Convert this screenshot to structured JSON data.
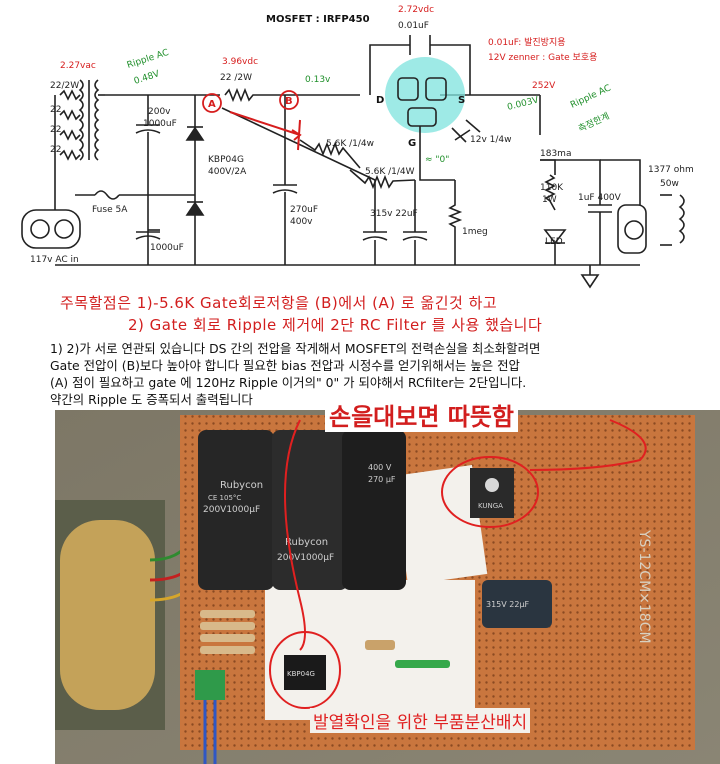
{
  "schematic": {
    "mosfet_title": "MOSFET : IRFP450",
    "cap_top_voltage": "2.72vdc",
    "cap_top_value": "0.01uF",
    "legend_line1": "0.01uF: 발진방지용",
    "legend_line2": "12V zenner : Gate 보호용",
    "transformer_voltage": "2.27vac",
    "resistor_22_2w_a": "22/2W",
    "resistor_22_a": "22",
    "resistor_22_b": "22",
    "resistor_22_c": "22",
    "ripple_ac_left": "Ripple AC",
    "ripple_ac_left_value": "0.48V",
    "point_a_voltage": "3.96vdc",
    "resistor_22_2w_b": "22 /2W",
    "ripple_mid_value": "0.13v",
    "cap_200v_a": "200v",
    "cap_1000uf_a": "1000uF",
    "bridge_label1": "KBP04G",
    "bridge_label2": "400V/2A",
    "fuse_label": "Fuse 5A",
    "cap_1000uf_b": "1000uF",
    "ac_in_label": "117v AC in",
    "res_5k6_a": "5.6K /1/4w",
    "res_5k6_b": "5.6K /1/4W",
    "cap_270uf": "270uF",
    "cap_400v": "400v",
    "cap_315v": "315v 22uF",
    "res_1meg": "1meg",
    "gate_ripple": "≈ \"0\"",
    "zener_label": "12v 1/4w",
    "node_d": "D",
    "node_s": "S",
    "node_g": "G",
    "node_a": "A",
    "node_b": "B",
    "out_voltage": "252V",
    "ripple_out_value": "0.003V",
    "ripple_ac_right": "Ripple AC",
    "ripple_limit": "측정한계",
    "current_label": "183ma",
    "res_110k": "110K",
    "res_110k_w": "1W",
    "led_label": "LED",
    "cap_1uf": "1uF 400V",
    "load_label": "1377 ohm",
    "load_w": "50w"
  },
  "notes": {
    "line1": "주목할점은 1)-5.6K Gate회로저항을 (B)에서 (A) 로 옮긴것 하고",
    "line2": "2) Gate 회로 Ripple 제거에 2단 RC Filter 를 사용 했습니다"
  },
  "paragraph": [
    "1) 2)가 서로 연관되 있습니다 DS 간의 전압을 작게해서 MOSFET의 전력손실을 최소화할려면",
    "Gate 전압이 (B)보다 높아야 합니다 필요한 bias 전압과 시정수를 얻기위해서는 높은 전압",
    "(A) 점이 필요하고 gate 에 120Hz Ripple 이거의\" 0\" 가 되야해서 RCfilter는 2단입니다.",
    "약간의 Ripple 도 증폭되서 출력됩니다"
  ],
  "photo": {
    "callout_top": "손을대보면 따뜻함",
    "callout_bottom": "발열확인을 위한 부품분산배치",
    "cap_brand": "Rubycon",
    "cap_rating": "200V1000μF",
    "cap_spec": "CE 105°C",
    "cap_side_a": "400 V",
    "cap_side_b": "270 μF",
    "board_label": "YS-12CM×18CM",
    "bridge_ic": "KBP04G",
    "blue_cap": "315V 22μF",
    "mosfet_brand": "KUNGA"
  }
}
